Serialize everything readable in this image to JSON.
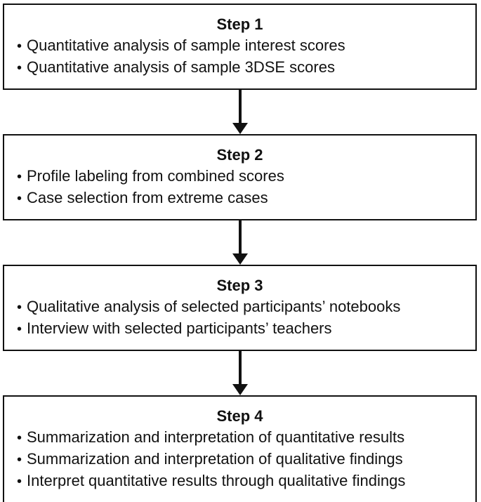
{
  "bullet_glyph": "•",
  "colors": {
    "border": "#111111",
    "text": "#111111",
    "background": "#ffffff",
    "arrow": "#111111"
  },
  "steps": [
    {
      "title": "Step 1",
      "bullets": [
        "Quantitative analysis of sample interest scores",
        "Quantitative analysis of sample 3DSE scores"
      ]
    },
    {
      "title": "Step 2",
      "bullets": [
        "Profile labeling from combined scores",
        "Case selection from extreme cases"
      ]
    },
    {
      "title": "Step 3",
      "bullets": [
        "Qualitative analysis of selected participants’ notebooks",
        "Interview with selected participants’ teachers"
      ]
    },
    {
      "title": "Step 4",
      "bullets": [
        "Summarization and interpretation of quantitative results",
        "Summarization and interpretation of qualitative findings",
        "Interpret quantitative results through qualitative findings"
      ]
    }
  ]
}
